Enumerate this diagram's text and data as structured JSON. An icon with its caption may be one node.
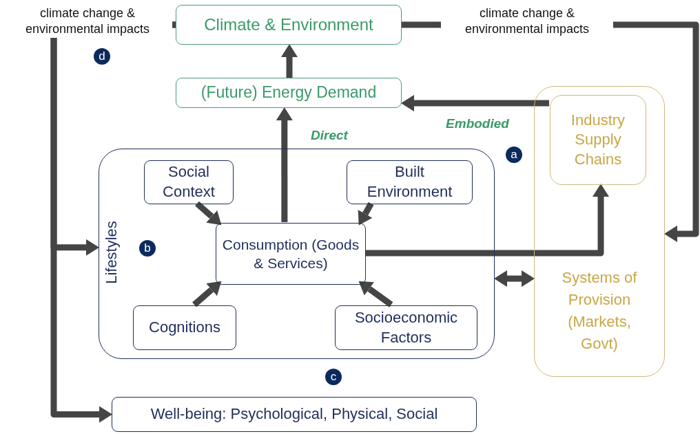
{
  "diagram": {
    "nodes": [
      {
        "text": [
          "Climate & Environment"
        ]
      },
      {
        "text": [
          "(Future) Energy Demand"
        ]
      },
      {
        "text": [
          "Lifestyles"
        ]
      },
      {
        "text": [
          "Social Context"
        ],
        "in": 2
      },
      {
        "text": [
          "Built Environment"
        ],
        "in": 2
      },
      {
        "text": [
          "Consumption (Goods & Services)"
        ],
        "in": 2
      },
      {
        "text": [
          "Cognitions"
        ],
        "in": 2
      },
      {
        "text": [
          "Socioeconomic Factors"
        ],
        "in": 2
      },
      {
        "text": [
          "Systems of Provision (Markets, Govt)"
        ]
      },
      {
        "text": [
          "Industry Supply Chains"
        ],
        "in": 8
      },
      {
        "text": [
          "Well-being: Psychological, Physical, Social"
        ]
      },
      {
        "text": [
          "d"
        ]
      },
      {
        "text": [
          "a"
        ]
      },
      {
        "text": [
          "b"
        ],
        "in": 2
      },
      {
        "text": [
          "c"
        ]
      }
    ],
    "edges": [
      {
        "from": 1,
        "to": 0,
        "arrow": "to"
      },
      {
        "from": 5,
        "to": 1,
        "arrow": "to",
        "label": "Direct"
      },
      {
        "from": 9,
        "to": 1,
        "arrow": "to",
        "label": "Embodied"
      },
      {
        "from": 3,
        "to": 5,
        "arrow": "to"
      },
      {
        "from": 4,
        "to": 5,
        "arrow": "to"
      },
      {
        "from": 6,
        "to": 5,
        "arrow": "to"
      },
      {
        "from": 7,
        "to": 5,
        "arrow": "to"
      },
      {
        "from": 5,
        "to": 9,
        "arrow": "to"
      },
      {
        "from": 2,
        "to": 8,
        "arrow": "both"
      },
      {
        "from": 0,
        "to": 8,
        "arrow": "to",
        "label": "climate change & environmental impacts"
      },
      {
        "from": 0,
        "to": 2,
        "arrow": "to",
        "label": "climate change & environmental impacts"
      },
      {
        "from": 0,
        "to": 10,
        "arrow": "to"
      }
    ]
  }
}
